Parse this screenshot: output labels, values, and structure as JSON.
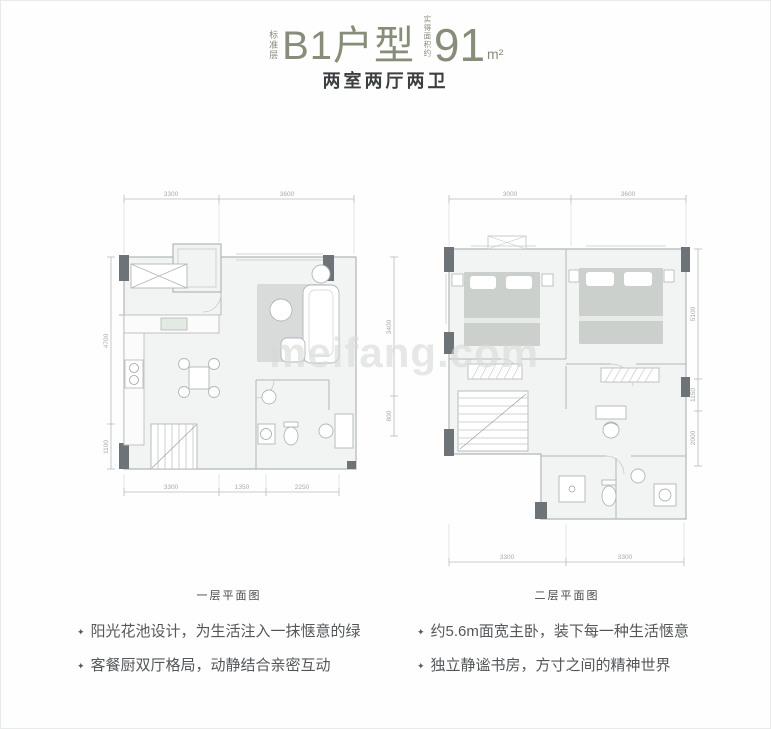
{
  "header": {
    "floor_tag": "标准层",
    "unit_name": "B1户型",
    "area_prefix": "实得面积约",
    "area_value": "91",
    "area_unit": "m²",
    "subtitle": "两室两厅两卫"
  },
  "watermark": "meifang.com",
  "plans": [
    {
      "caption": "一层平面图",
      "dims_top": [
        "3300",
        "3600"
      ],
      "dims_left": [
        "4700",
        "1100"
      ],
      "dims_right": [
        "3400",
        "800"
      ],
      "dims_bottom": [
        "3300",
        "1350",
        "2250"
      ]
    },
    {
      "caption": "二层平面图",
      "dims_top": [
        "3000",
        "3600"
      ],
      "dims_right": [
        "5100",
        "1150",
        "2000"
      ],
      "dims_bottom": [
        "3300",
        "3300"
      ]
    }
  ],
  "features": {
    "bullet": "✦",
    "left": [
      "阳光花池设计，为生活注入一抹惬意的绿",
      "客餐厨双厅格局，动静结合亲密互动"
    ],
    "right": [
      "约5.6m面宽主卧，装下每一种生活惬意",
      "独立静谧书房，方寸之间的精神世界"
    ]
  },
  "colors": {
    "accent": "#868E79",
    "text_dark": "#3C3F41",
    "text_body": "#54575A",
    "dim_text": "#A6AAAC",
    "wall": "#B2B6B7",
    "column": "#6D7376",
    "furniture_gray": "#CCD0CD",
    "rug_gray": "#D8DBD9",
    "watermark": "#D6DAD7"
  }
}
